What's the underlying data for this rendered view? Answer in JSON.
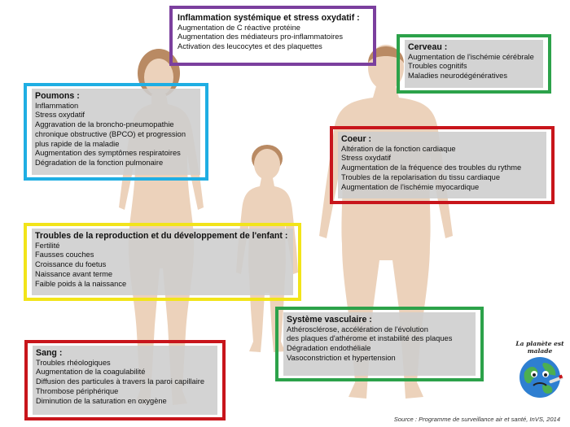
{
  "colors": {
    "skin": "#ecd2bb",
    "skin_shadow": "#d9b99e",
    "hair": "#b98a63",
    "purple": "#7b3f9e",
    "green": "#2ca24a",
    "blue": "#1faee3",
    "red": "#c8151b",
    "yellow": "#f2e41a"
  },
  "boxes": {
    "inflammation": {
      "title": "Inflammation systémique et stress oxydatif :",
      "items": [
        "Augmentation de C réactive protéine",
        "Augmentation des médiateurs pro-inflammatoires",
        "Activation des leucocytes et des plaquettes"
      ]
    },
    "cerveau": {
      "title": "Cerveau :",
      "items": [
        "Augmentation de l'ischémie cérébrale",
        "Troubles cognitifs",
        "Maladies neurodégénératives"
      ]
    },
    "poumons": {
      "title": "Poumons :",
      "items": [
        "Inflammation",
        "Stress oxydatif",
        "Aggravation de la broncho-pneumopathie",
        "chronique obstructive (BPCO) et progression",
        "plus rapide de la maladie",
        "Augmentation des symptômes respiratoires",
        "Dégradation de la fonction pulmonaire"
      ]
    },
    "coeur": {
      "title": "Coeur :",
      "items": [
        "Altération de la fonction cardiaque",
        "Stress oxydatif",
        "Augmentation de la fréquence des troubles du rythme",
        "Troubles de la repolarisation du tissu cardiaque",
        "Augmentation de l'ischémie myocardique"
      ]
    },
    "repro": {
      "title": "Troubles de la reproduction et du développement de l'enfant :",
      "items": [
        "Fertilité",
        "Fausses couches",
        "Croissance du foetus",
        "Naissance avant terme",
        "Faible poids à la naissance"
      ]
    },
    "vasc": {
      "title": "Système vasculaire :",
      "items": [
        "Athérosclérose, accélération de l'évolution",
        "des plaques d'athérome et instabilité des plaques",
        "Dégradation endothéliale",
        "Vasoconstriction et hypertension"
      ]
    },
    "sang": {
      "title": "Sang :",
      "items": [
        "Troubles rhéologiques",
        "Augmentation de la coagulabilité",
        "Diffusion des particules à travers la paroi capillaire",
        "Thrombose périphérique",
        "Diminution de la saturation en oxygène"
      ]
    }
  },
  "logo": {
    "text": "La planète est malade",
    "icon": "sick-earth-icon"
  },
  "source": "Source : Programme de surveillance air et santé, InVS, 2014"
}
